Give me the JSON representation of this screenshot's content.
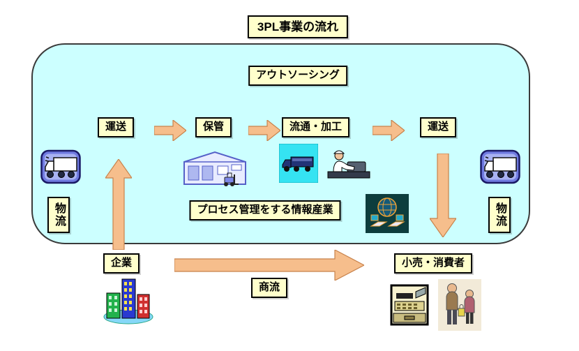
{
  "title": "3PL事業の流れ",
  "panel": {
    "outsourcing_label": "アウトソーシング",
    "process_info_label": "プロセス管理をする情報産業",
    "logistics_left": "物流",
    "logistics_right": "物流"
  },
  "flow_steps": [
    {
      "id": "transport-1",
      "label": "運送"
    },
    {
      "id": "storage",
      "label": "保管"
    },
    {
      "id": "distribution-processing",
      "label": "流通・加工"
    },
    {
      "id": "transport-2",
      "label": "運送"
    }
  ],
  "bottom_flow": {
    "company_label": "企業",
    "commerce_label": "商流",
    "retail_consumer_label": "小売・消費者"
  },
  "colors": {
    "panel_bg": "#CCFFFF",
    "label_bg": "#FFFFCC",
    "arrow_fill": "#F6BE8C",
    "arrow_outline": "#C8824B"
  }
}
